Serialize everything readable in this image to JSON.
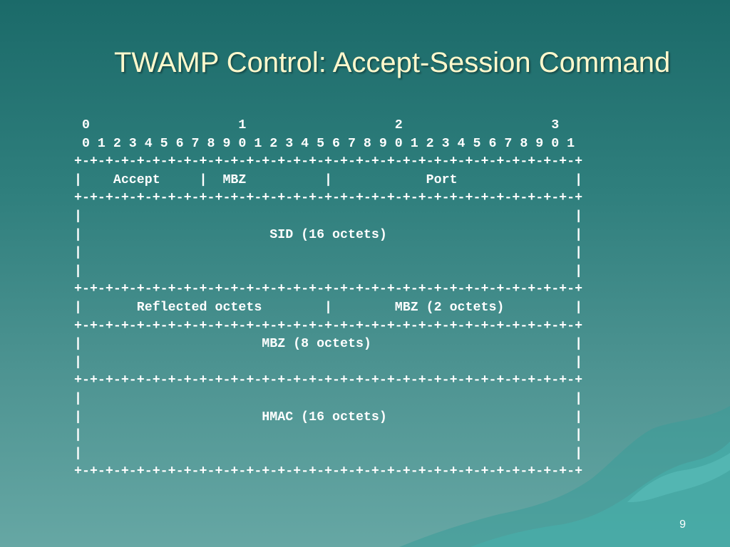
{
  "slide": {
    "title": "TWAMP Control: Accept-Session Command",
    "page_number": "9",
    "colors": {
      "background_top": "#1b6a69",
      "background_bottom": "#66a7a4",
      "title": "#fff8cc",
      "diagram_text": "#ffffff",
      "decor_wave": "#3fa6a2"
    }
  },
  "diagram": {
    "lines": [
      " 0                   1                   2                   3",
      " 0 1 2 3 4 5 6 7 8 9 0 1 2 3 4 5 6 7 8 9 0 1 2 3 4 5 6 7 8 9 0 1",
      "+-+-+-+-+-+-+-+-+-+-+-+-+-+-+-+-+-+-+-+-+-+-+-+-+-+-+-+-+-+-+-+-+",
      "|    Accept     |  MBZ          |            Port               |",
      "+-+-+-+-+-+-+-+-+-+-+-+-+-+-+-+-+-+-+-+-+-+-+-+-+-+-+-+-+-+-+-+-+",
      "|                                                               |",
      "|                        SID (16 octets)                        |",
      "|                                                               |",
      "|                                                               |",
      "+-+-+-+-+-+-+-+-+-+-+-+-+-+-+-+-+-+-+-+-+-+-+-+-+-+-+-+-+-+-+-+-+",
      "|       Reflected octets        |        MBZ (2 octets)         |",
      "+-+-+-+-+-+-+-+-+-+-+-+-+-+-+-+-+-+-+-+-+-+-+-+-+-+-+-+-+-+-+-+-+",
      "|                       MBZ (8 octets)                          |",
      "|                                                               |",
      "+-+-+-+-+-+-+-+-+-+-+-+-+-+-+-+-+-+-+-+-+-+-+-+-+-+-+-+-+-+-+-+-+",
      "|                                                               |",
      "|                       HMAC (16 octets)                        |",
      "|                                                               |",
      "|                                                               |",
      "+-+-+-+-+-+-+-+-+-+-+-+-+-+-+-+-+-+-+-+-+-+-+-+-+-+-+-+-+-+-+-+-+"
    ]
  }
}
